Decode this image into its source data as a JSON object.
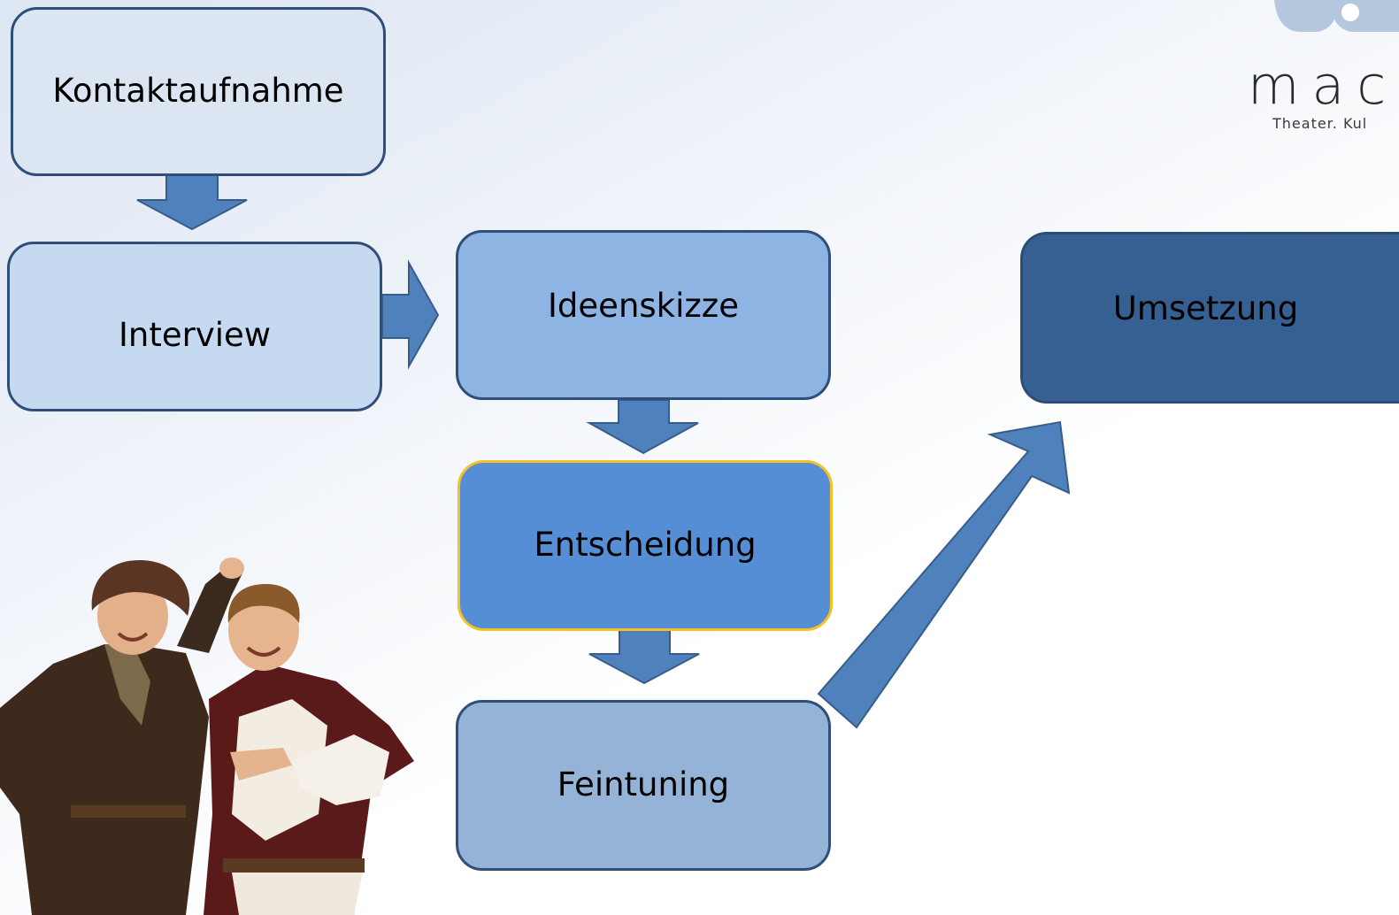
{
  "steps": {
    "kontakt": "Kontaktaufnahme",
    "interview": "Interview",
    "ideen": "Ideenskizze",
    "entscheidung": "Entscheidung",
    "feintuning": "Feintuning",
    "umsetzung": "Umsetzung"
  },
  "logo": {
    "word": "mac",
    "tagline": "Theater. Kul"
  },
  "colors": {
    "kontakt_fill": "#dce6f2",
    "interview_fill": "#c5d9f1",
    "ideen_fill": "#8eb4e3",
    "entscheidung_fill": "#558ed5",
    "entscheidung_border": "#f6c026",
    "feintuning_fill": "#95b3d7",
    "umsetzung_fill": "#376092",
    "arrow_fill": "#4f81bd",
    "arrow_stroke": "#385d8a",
    "box_border": "#2f4f7a"
  }
}
